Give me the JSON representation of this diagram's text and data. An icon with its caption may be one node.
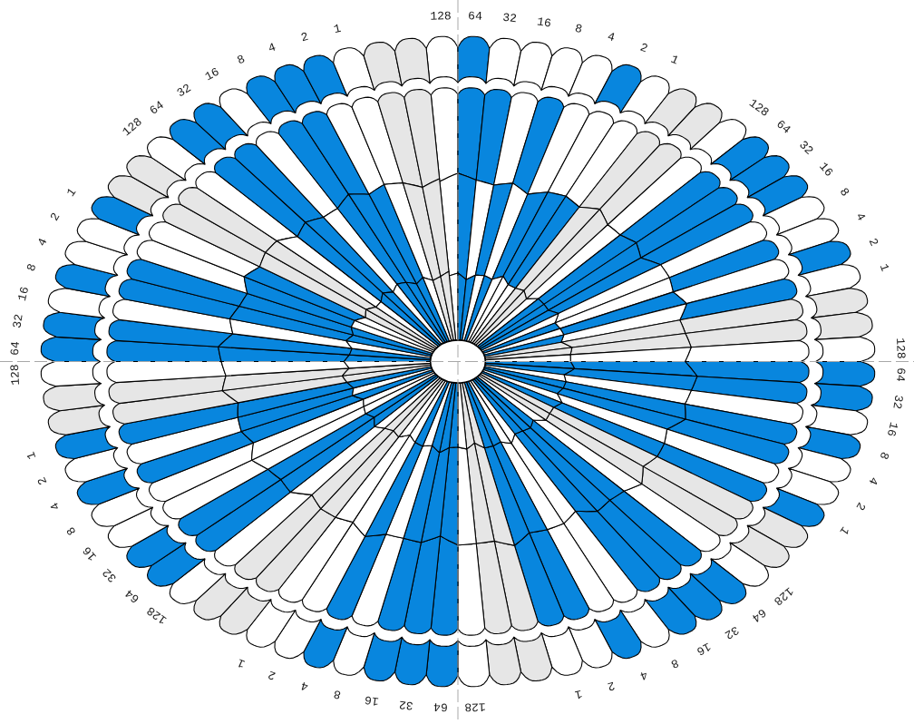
{
  "diagram": {
    "labels": [
      "128",
      "64",
      "32",
      "16",
      "8",
      "4",
      "2",
      "1",
      "128",
      "64",
      "32",
      "16",
      "8",
      "4",
      "2",
      "1",
      "128",
      "64",
      "32",
      "16",
      "8",
      "4",
      "2",
      "1",
      "128",
      "64",
      "32",
      "16",
      "8",
      "4",
      "2",
      "1",
      "128",
      "64",
      "32",
      "16",
      "8",
      "4",
      "2",
      "1",
      "128",
      "64",
      "32",
      "16",
      "8",
      "4",
      "2",
      "1",
      "128",
      "64",
      "32",
      "16",
      "8",
      "4",
      "2",
      "1",
      "128",
      "64",
      "32",
      "16",
      "8",
      "4",
      "2",
      "1"
    ]
  }
}
